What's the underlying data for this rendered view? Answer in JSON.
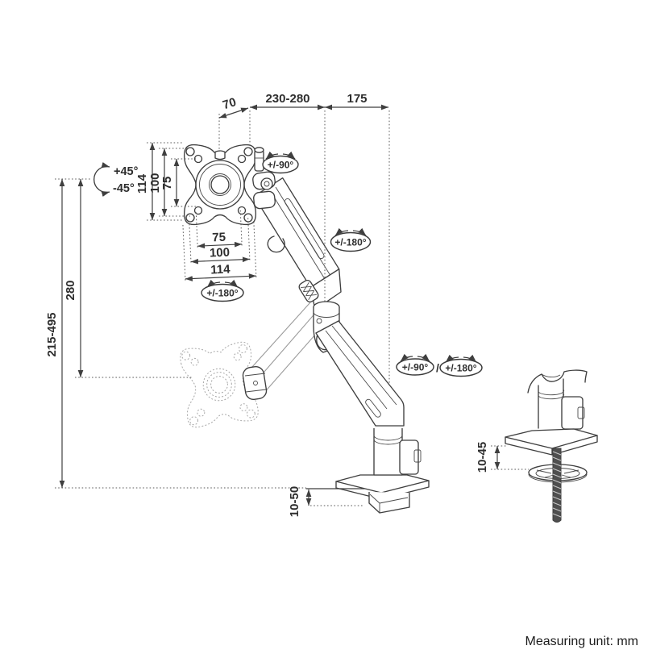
{
  "colors": {
    "line": "#3f3f3f",
    "ghost": "#9a9a9a",
    "text": "#2e2e2e"
  },
  "dimensions": {
    "top": {
      "pivot_offset": "70",
      "arm_extension": "230-280",
      "rear_depth": "175"
    },
    "vesa_vertical": {
      "outer": "114",
      "mid": "100",
      "inner": "75"
    },
    "vesa_horizontal": {
      "inner": "75",
      "mid": "100",
      "outer": "114"
    },
    "height": {
      "lift": "280",
      "range": "215-495"
    },
    "clamp_desk_thickness": "10-50",
    "grommet_desk_thickness": "10-45"
  },
  "rotation": {
    "screen_tilt_plus": "+45°",
    "screen_tilt_minus": "-45°",
    "head_swivel": "+/-90°",
    "elbow_swivel": "+/-180°",
    "vesa_rotation": "+/-180°",
    "base_swivel_90": "+/-90°",
    "base_separator": "/",
    "base_swivel_180": "+/-180°"
  },
  "footer": {
    "measuring_unit": "Measuring unit: mm"
  }
}
